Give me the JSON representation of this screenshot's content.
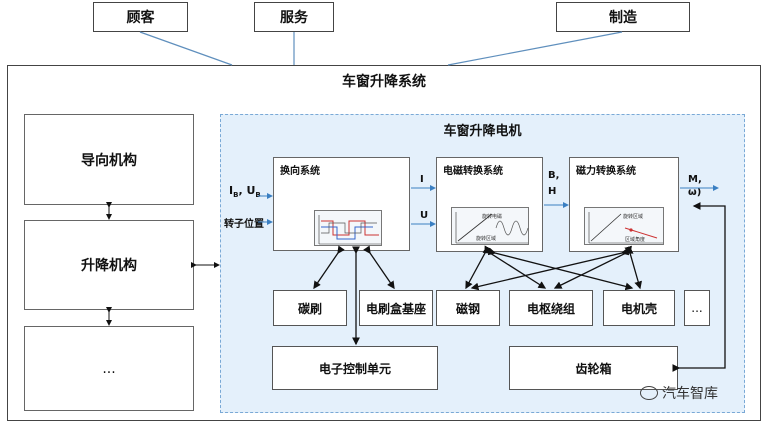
{
  "stakeholders": [
    "顾客",
    "服务",
    "制造"
  ],
  "system": {
    "title": "车窗升降系统",
    "side_components": [
      "导向机构",
      "升降机构",
      "..."
    ]
  },
  "motor": {
    "title": "车窗升降电机",
    "inputs": {
      "current_voltage": "I",
      "current_sub": "B",
      "voltage_prefix": ", U",
      "voltage_sub": "B",
      "rotor_position": "转子位置"
    },
    "subsystems": {
      "commutation": "换向系统",
      "electromagnetic": "电磁转换系统",
      "magnetic_force": "磁力转换系统"
    },
    "signals": {
      "I": "I",
      "U": "U",
      "BH": "B,\nH",
      "B": "B,",
      "H": "H",
      "M": "M,",
      "omega": "ω)"
    },
    "mini_chart_em": {
      "label_top": "旋转电磁",
      "label_bottom": "旋转区域"
    },
    "mini_chart_mf": {
      "label_top": "旋转区域",
      "label_bottom": "区域角度"
    },
    "parts": [
      "碳刷",
      "电刷盒基座",
      "磁钢",
      "电枢绕组",
      "电机壳",
      "..."
    ],
    "bottom_units": [
      "电子控制单元",
      "齿轮箱"
    ]
  },
  "watermark": "汽车智库"
}
